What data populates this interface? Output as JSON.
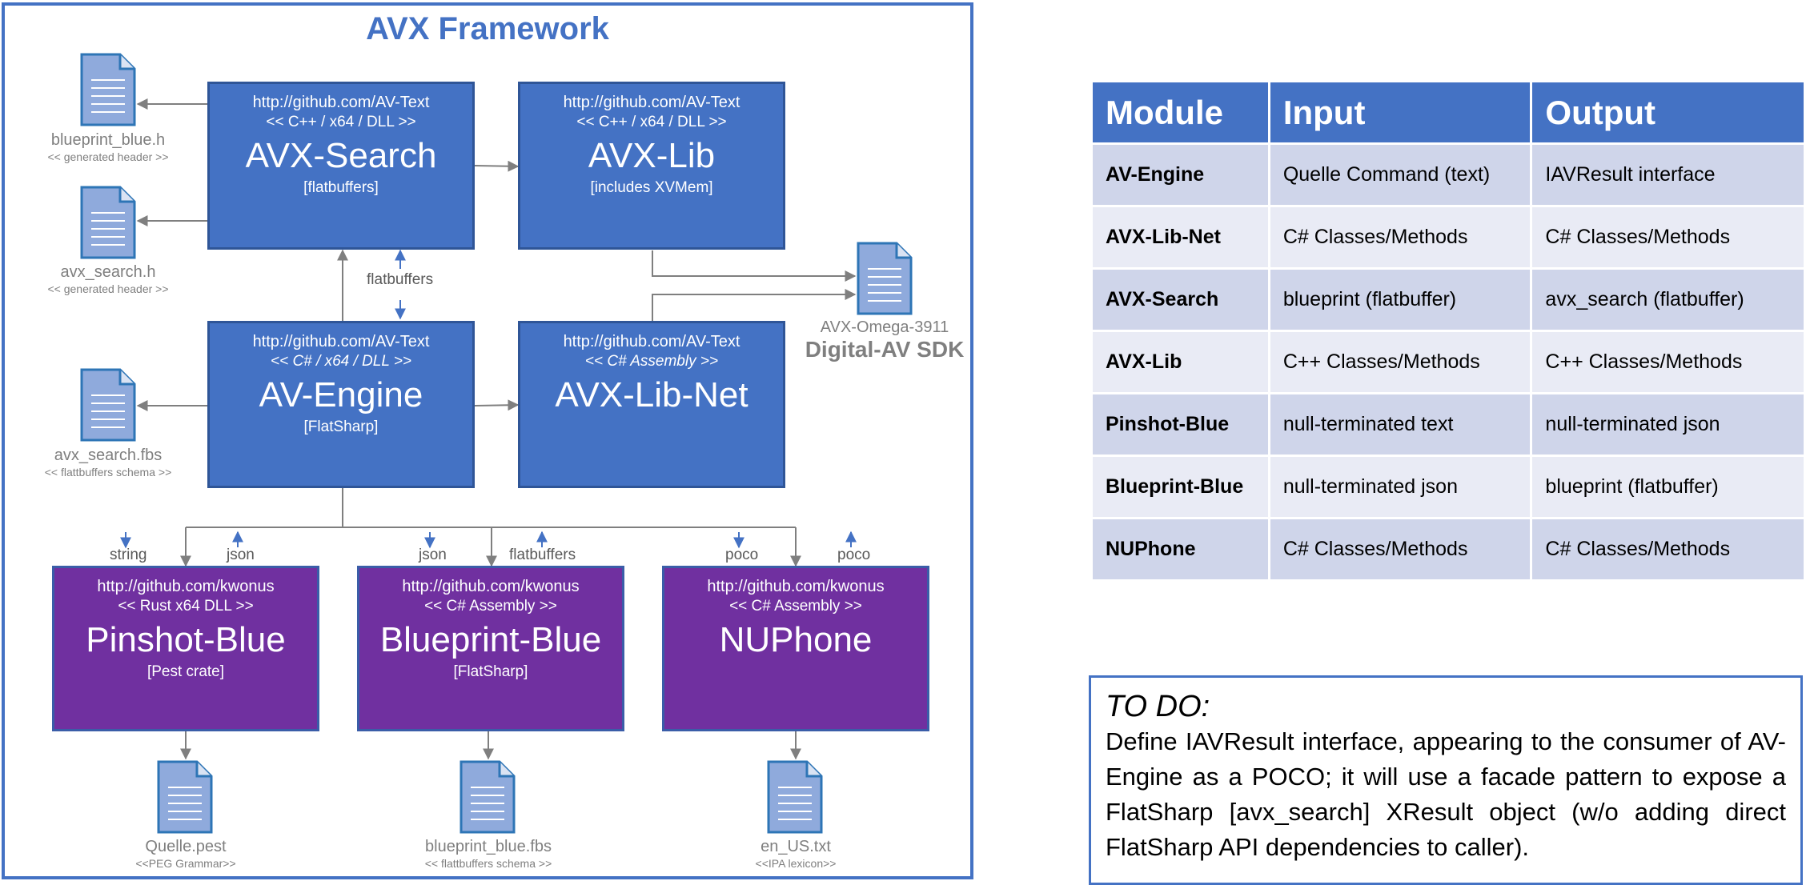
{
  "diagram": {
    "title": "AVX Framework",
    "boxes": {
      "avx_search": {
        "url": "http://github.com/AV-Text",
        "stereotype": "<< C++ / x64 / DLL >>",
        "name": "AVX-Search",
        "sub": "[flatbuffers]"
      },
      "avx_lib": {
        "url": "http://github.com/AV-Text",
        "stereotype": "<< C++ / x64 / DLL >>",
        "name": "AVX-Lib",
        "sub": "[includes XVMem]"
      },
      "av_engine": {
        "url": "http://github.com/AV-Text",
        "stereotype": "<< C# / x64 / DLL >>",
        "name": "AV-Engine",
        "sub": "[FlatSharp]"
      },
      "avx_lib_net": {
        "url": "http://github.com/AV-Text",
        "stereotype": "<< C# Assembly >>",
        "name": "AVX-Lib-Net"
      },
      "pinshot_blue": {
        "url": "http://github.com/kwonus",
        "stereotype": "<< Rust x64 DLL >>",
        "name": "Pinshot-Blue",
        "sub": "[Pest crate]"
      },
      "blueprint_blue": {
        "url": "http://github.com/kwonus",
        "stereotype": "<< C# Assembly >>",
        "name": "Blueprint-Blue",
        "sub": "[FlatSharp]"
      },
      "nuphone": {
        "url": "http://github.com/kwonus",
        "stereotype": "<< C# Assembly >>",
        "name": "NUPhone"
      }
    },
    "files": {
      "blueprint_blue_h": {
        "name": "blueprint_blue.h",
        "desc": "<< generated  header >>"
      },
      "avx_search_h": {
        "name": "avx_search.h",
        "desc": "<< generated header >>"
      },
      "avx_search_fbs": {
        "name": "avx_search.fbs",
        "desc": "<< flattbuffers  schema >>"
      },
      "quelle_pest": {
        "name": "Quelle.pest",
        "desc": "<<PEG Grammar>>"
      },
      "blueprint_blue_fbs": {
        "name": "blueprint_blue.fbs",
        "desc": "<< flattbuffers  schema >>"
      },
      "en_us_txt": {
        "name": "en_US.txt",
        "desc": "<<IPA lexicon>>"
      }
    },
    "sdk": {
      "name": "AVX-Omega-3911",
      "title": "Digital-AV SDK"
    },
    "connector_labels": {
      "flatbuffers_mid": "flatbuffers",
      "string": "string",
      "json_1": "json",
      "json_2": "json",
      "flatbuffers_low": "flatbuffers",
      "poco_1": "poco",
      "poco_2": "poco"
    },
    "colors": {
      "blue": "#4472c4",
      "purple": "#7030a0",
      "file": "#8faadc",
      "arrow": "#7f7f7f"
    }
  },
  "table": {
    "headers": [
      "Module",
      "Input",
      "Output"
    ],
    "rows": [
      {
        "module": "AV-Engine",
        "input": "Quelle Command (text)",
        "output": "IAVResult  interface"
      },
      {
        "module": "AVX-Lib-Net",
        "input": "C# Classes/Methods",
        "output": "C# Classes/Methods"
      },
      {
        "module": "AVX-Search",
        "input": "blueprint (flatbuffer)",
        "output": "avx_search (flatbuffer)"
      },
      {
        "module": "AVX-Lib",
        "input": "C++ Classes/Methods",
        "output": "C++ Classes/Methods"
      },
      {
        "module": "Pinshot-Blue",
        "input": "null-terminated text",
        "output": "null-terminated json"
      },
      {
        "module": "Blueprint-Blue",
        "input": "null-terminated json",
        "output": "blueprint (flatbuffer)"
      },
      {
        "module": "NUPhone",
        "input": "C# Classes/Methods",
        "output": "C# Classes/Methods"
      }
    ]
  },
  "todo": {
    "title": "TO DO:",
    "body": "Define IAVResult interface, appearing to the consumer of AV-Engine as a POCO; it will use a facade pattern to expose a FlatSharp [avx_search] XResult object (w/o adding direct FlatSharp API dependencies to caller)."
  }
}
